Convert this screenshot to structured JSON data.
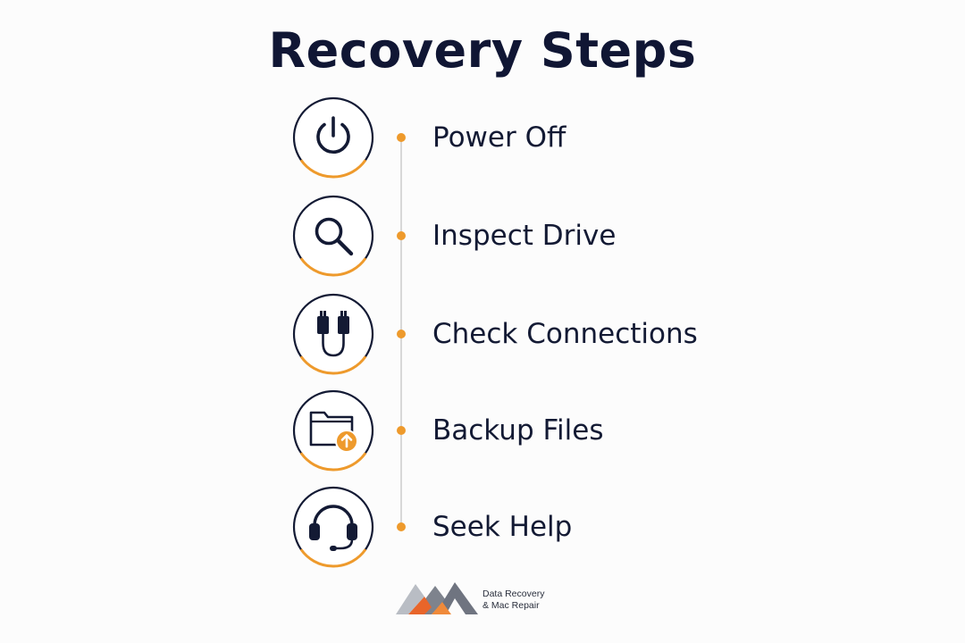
{
  "title": "Recovery Steps",
  "steps": [
    {
      "label": "Power Off",
      "icon": "power-icon"
    },
    {
      "label": "Inspect Drive",
      "icon": "magnifier-icon"
    },
    {
      "label": "Check Connections",
      "icon": "cable-icon"
    },
    {
      "label": "Backup Files",
      "icon": "folder-upload-icon"
    },
    {
      "label": "Seek Help",
      "icon": "headset-icon"
    }
  ],
  "footer": {
    "logo_icon": "mountain-logo-icon",
    "line1": "Data Recovery",
    "line2": "& Mac Repair"
  },
  "colors": {
    "accent": "#ee9a2c",
    "ink": "#131a34",
    "timeline": "#d8d8d8",
    "logo_gray": "#8a8f99",
    "logo_orange": "#e8652a"
  }
}
